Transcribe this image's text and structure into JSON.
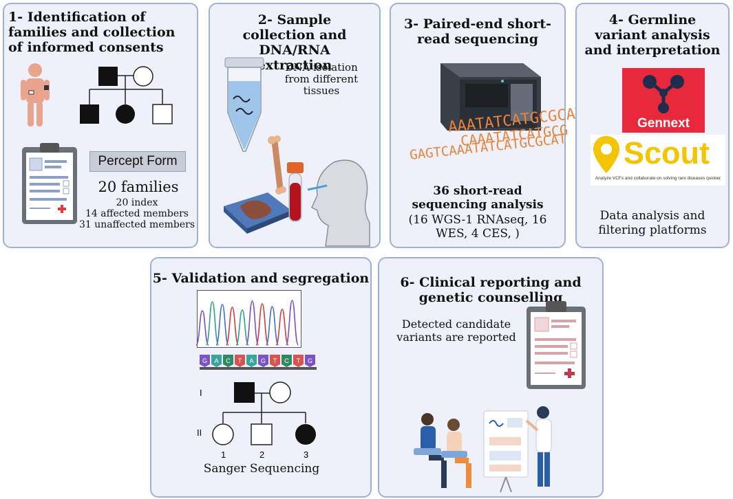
{
  "panels": {
    "p1": {
      "title": "1- Identification of families and collection of informed consents",
      "form_label": "Percept Form",
      "families": "20 families",
      "index": "20 index",
      "affected": "14 affected members",
      "unaffected": "31 unaffected members"
    },
    "p2": {
      "title": "2- Sample collection and DNA/RNA extraction",
      "note": "DNA isolation from different tissues"
    },
    "p3": {
      "title": "3- Paired-end short-read sequencing",
      "seq_lines": [
        "AAATATCATGCGCAT",
        "CAAATATCATGCG",
        "GAGTCAAATATCATGCGCAT"
      ],
      "count": "36 short-read sequencing analysis",
      "breakdown": "(16 WGS-1 RNAseq, 16 WES, 4 CES, )"
    },
    "p4": {
      "title": "4- Germline variant analysis and interpretation",
      "gennext": "Gennext",
      "scout": "Scout",
      "scout_tagline": "Analyze VCFs and collaborate on solving rare diseases quicker",
      "desc": "Data analysis and filtering platforms"
    },
    "p5": {
      "title": "5- Validation and segregation",
      "bases": [
        "G",
        "A",
        "C",
        "T",
        "A",
        "G",
        "T",
        "C",
        "T",
        "G"
      ],
      "gen_labels": [
        "I",
        "II"
      ],
      "child_labels": [
        "1",
        "2",
        "3"
      ],
      "caption": "Sanger Sequencing"
    },
    "p6": {
      "title": "6- Clinical reporting and genetic counselling",
      "desc": "Detected candidate variants are reported"
    }
  },
  "colors": {
    "panel_bg": "#eef1fa",
    "panel_border": "#9fb0d2",
    "gennext_red": "#e8293b",
    "scout_yellow": "#f5c400",
    "seq_orange": "#e9843c",
    "report_pink": "#d9a1ac"
  }
}
